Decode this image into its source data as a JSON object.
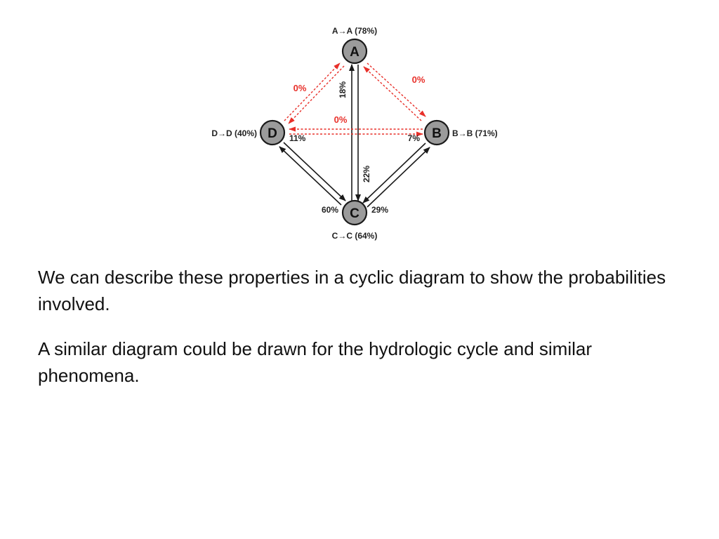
{
  "diagram": {
    "nodes": {
      "a": {
        "letter": "A",
        "self_label": "A→A (78%)"
      },
      "b": {
        "letter": "B",
        "self_label": "B→B (71%)"
      },
      "c": {
        "letter": "C",
        "self_label": "C→C (64%)"
      },
      "d": {
        "letter": "D",
        "self_label": "D→D (40%)"
      }
    },
    "edges": {
      "a_to_c": "22%",
      "c_to_a": "18%",
      "d_to_c": "60%",
      "c_to_d": "11%",
      "b_to_c": "29%",
      "c_to_b": "7%",
      "a_d": "0%",
      "a_b": "0%",
      "d_b": "0%"
    },
    "colors": {
      "node_fill": "#9b9b9b",
      "solid_edge": "#1a1a1a",
      "dashed_edge": "#e8302a"
    }
  },
  "text": {
    "paragraph1": "We can describe these properties in a cyclic diagram to show the probabilities involved.",
    "paragraph2": "A similar diagram could be drawn for the hydrologic cycle and similar phenomena."
  }
}
